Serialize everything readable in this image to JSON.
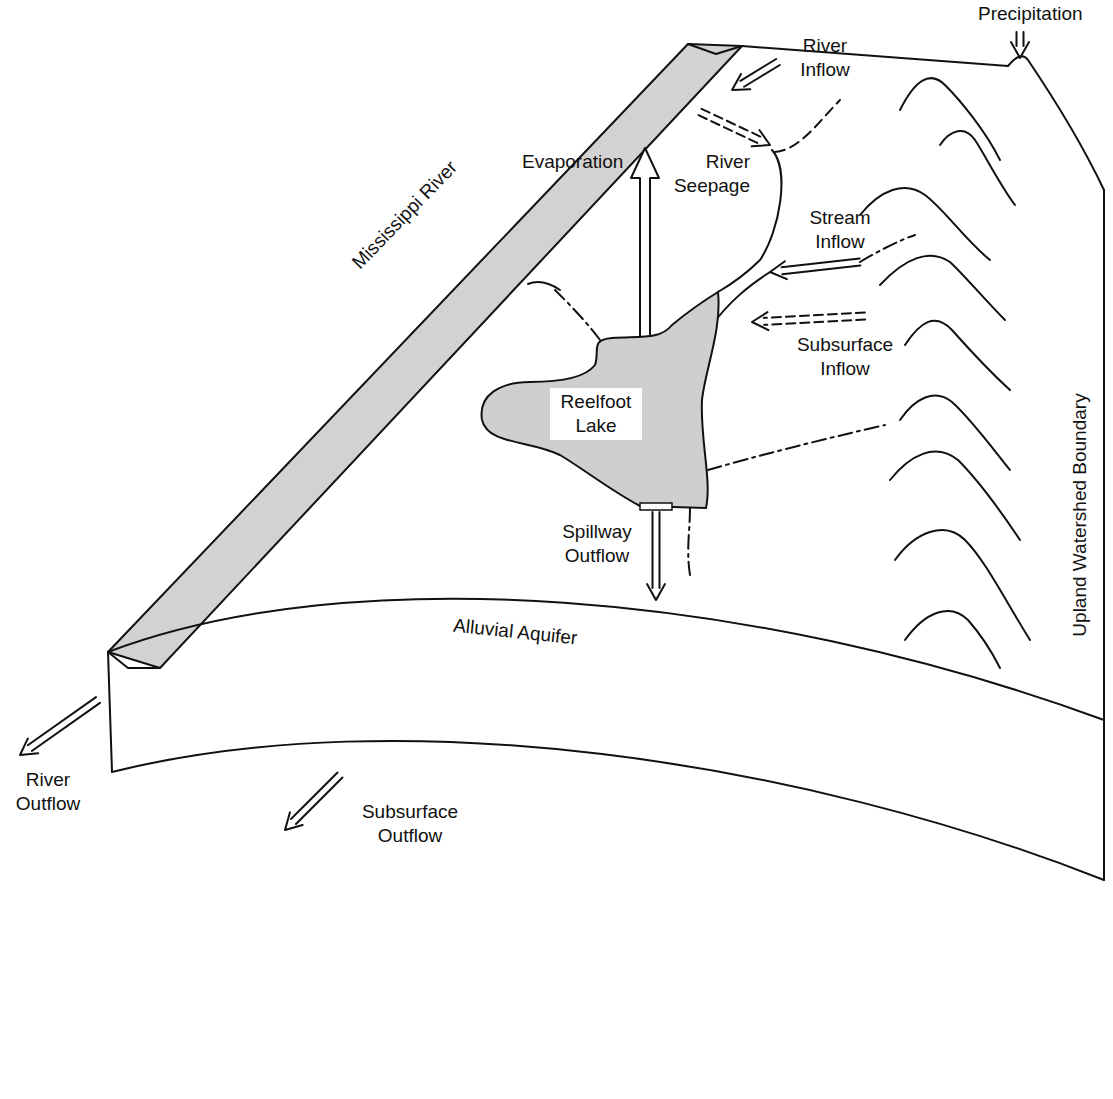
{
  "diagram": {
    "nodes": [
      {
        "text": [
          "Reelfoot Lake"
        ]
      }
    ],
    "labels": [
      "Precipitation",
      "River Inflow",
      "River Seepage",
      "Mississippi River",
      "Evaporation",
      "Stream Inflow",
      "Subsurface Inflow",
      "Upland Watershed Boundary",
      "Spillway Outflow",
      "River Outflow",
      "Alluvial Aquifer",
      "Subsurface Outflow"
    ]
  }
}
